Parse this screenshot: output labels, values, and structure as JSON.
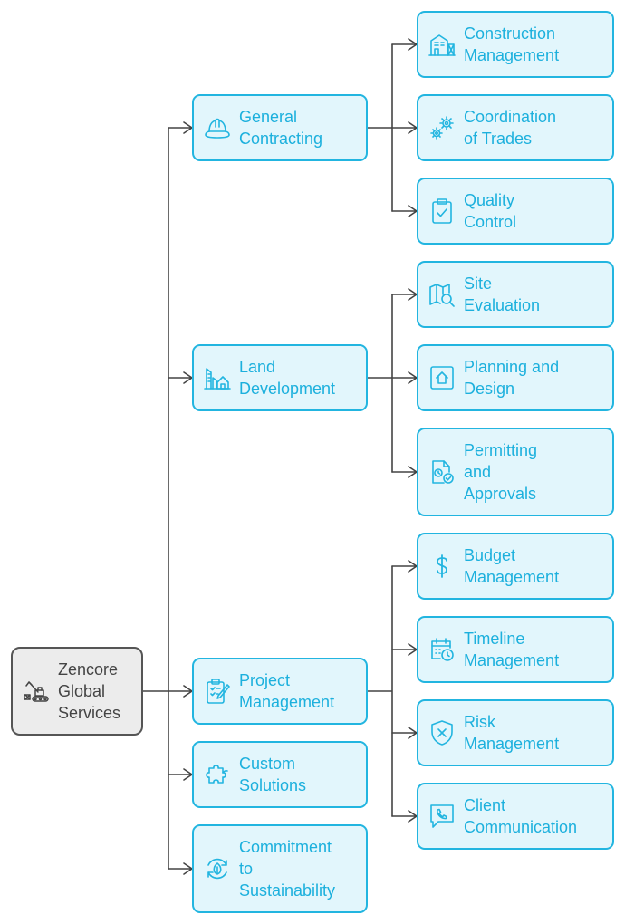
{
  "colors": {
    "accent": "#22b5e0",
    "node_fill": "#e2f6fc",
    "text": "#1cb0dd",
    "root_border": "#555555",
    "root_fill": "#ececec",
    "root_text": "#444444",
    "connector": "#444444"
  },
  "root": {
    "label": "Zencore\nGlobal\nServices",
    "icon": "excavator-icon"
  },
  "services": [
    {
      "label": "General\nContracting",
      "icon": "hard-hat-icon",
      "children": [
        {
          "label": "Construction\nManagement",
          "icon": "building-icon"
        },
        {
          "label": "Coordination\nof Trades",
          "icon": "gears-icon"
        },
        {
          "label": "Quality\nControl",
          "icon": "clipboard-check-icon"
        }
      ]
    },
    {
      "label": "Land\nDevelopment",
      "icon": "land-house-icon",
      "children": [
        {
          "label": "Site\nEvaluation",
          "icon": "map-search-icon"
        },
        {
          "label": "Planning and\nDesign",
          "icon": "house-plan-icon"
        },
        {
          "label": "Permitting\nand\nApprovals",
          "icon": "document-clock-check-icon"
        }
      ]
    },
    {
      "label": "Project\nManagement",
      "icon": "clipboard-pen-icon",
      "children": [
        {
          "label": "Budget\nManagement",
          "icon": "dollar-icon"
        },
        {
          "label": "Timeline\nManagement",
          "icon": "calendar-clock-icon"
        },
        {
          "label": "Risk\nManagement",
          "icon": "shield-x-icon"
        },
        {
          "label": "Client\nCommunication",
          "icon": "chat-phone-icon"
        }
      ]
    },
    {
      "label": "Custom\nSolutions",
      "icon": "puzzle-icon",
      "children": []
    },
    {
      "label": "Commitment\nto\nSustainability",
      "icon": "recycle-leaf-icon",
      "children": []
    }
  ]
}
